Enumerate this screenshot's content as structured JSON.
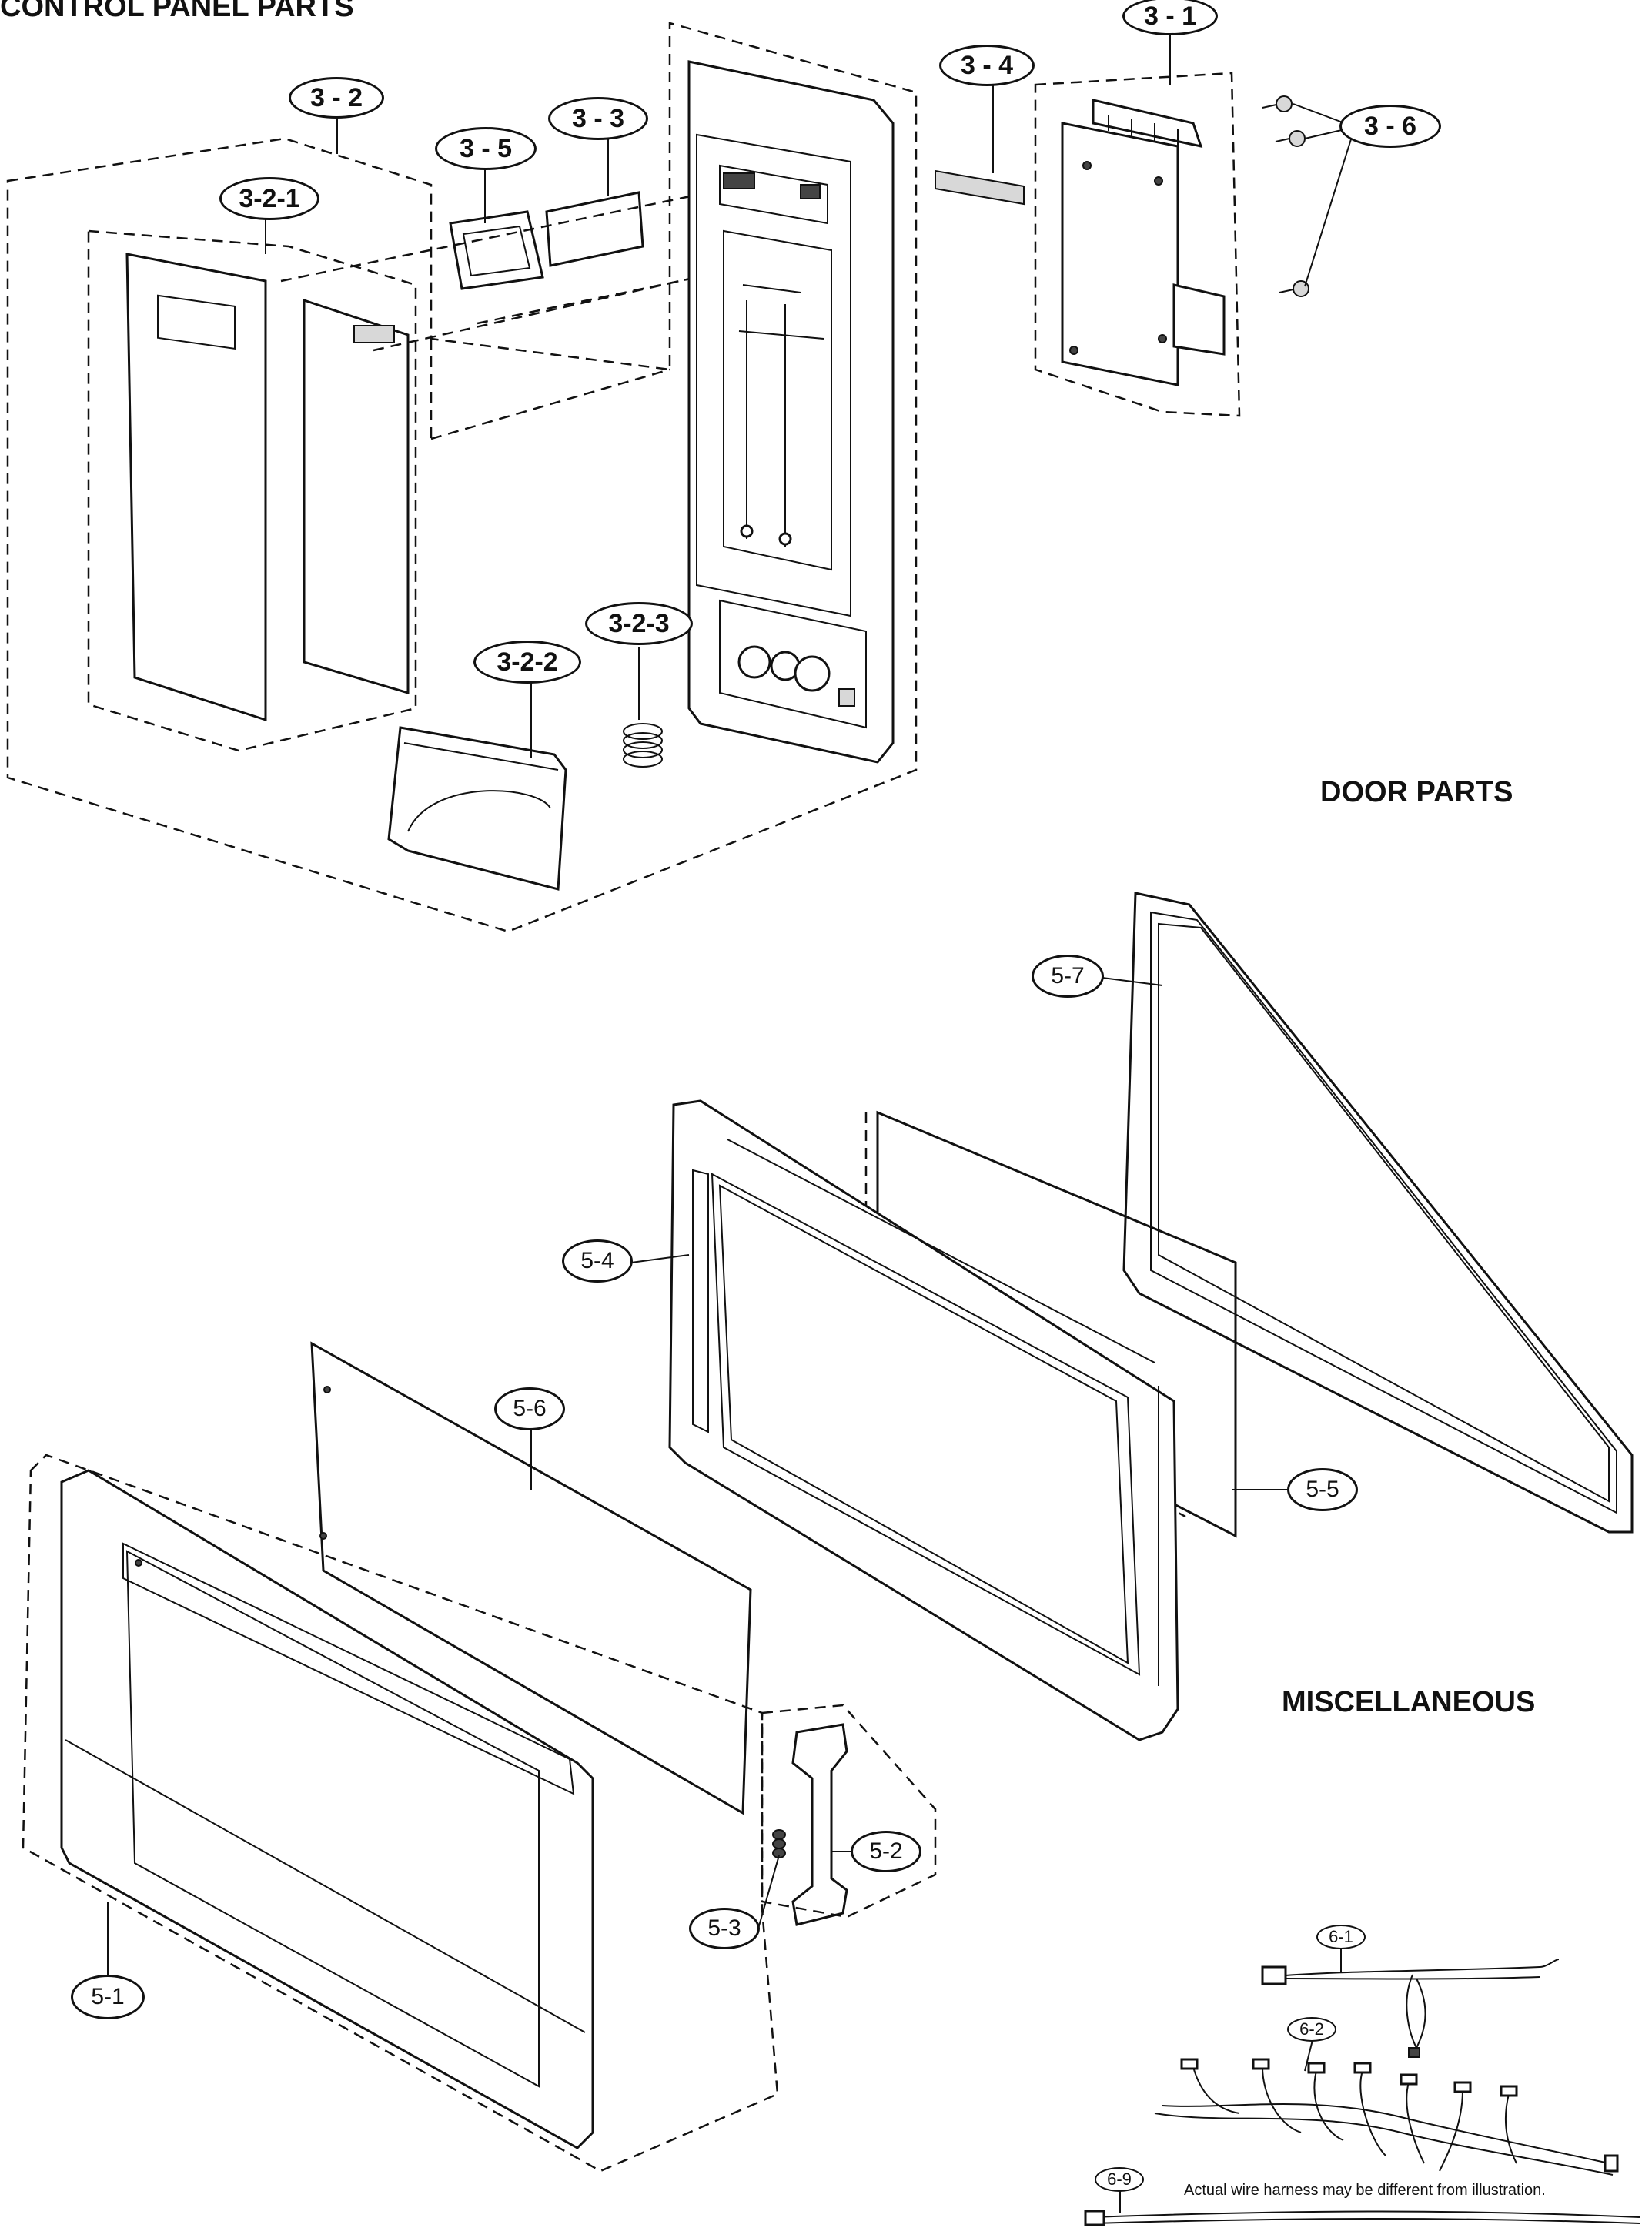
{
  "sections": {
    "control_panel": "CONTROL PANEL PARTS",
    "door": "DOOR PARTS",
    "misc": "MISCELLANEOUS"
  },
  "callouts": {
    "c3_1": "3 - 1",
    "c3_2": "3 - 2",
    "c3_2_1": "3-2-1",
    "c3_2_2": "3-2-2",
    "c3_2_3": "3-2-3",
    "c3_3": "3 - 3",
    "c3_4": "3 - 4",
    "c3_5": "3 - 5",
    "c3_6": "3 - 6",
    "c5_1": "5-1",
    "c5_2": "5-2",
    "c5_3": "5-3",
    "c5_4": "5-4",
    "c5_5": "5-5",
    "c5_6": "5-6",
    "c5_7": "5-7",
    "c6_1": "6-1",
    "c6_2": "6-2",
    "c6_9": "6-9"
  },
  "notes": {
    "harness": "Actual wire harness may be different from illustration."
  }
}
